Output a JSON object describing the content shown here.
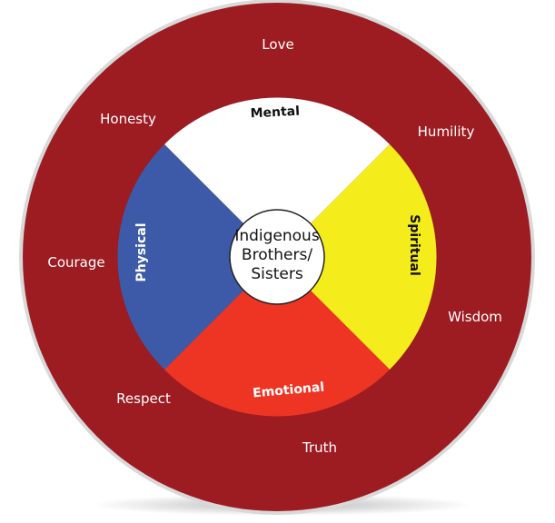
{
  "colors": {
    "outer_ring": "#9c1c22",
    "outer_ring_edge": "#d9d9d9",
    "mental": "#ffffff",
    "spiritual": "#f5ec1c",
    "emotional": "#ee3524",
    "physical": "#3c5aa8",
    "center": "#ffffff",
    "value_text": "#ffffff"
  },
  "values": {
    "love": "Love",
    "humility": "Humility",
    "wisdom": "Wisdom",
    "truth": "Truth",
    "respect": "Respect",
    "courage": "Courage",
    "honesty": "Honesty"
  },
  "quadrants": {
    "mental": "Mental",
    "spiritual": "Spiritual",
    "emotional": "Emotional",
    "physical": "Physical"
  },
  "center": {
    "line1": "Indigenous",
    "line2": "Brothers/",
    "line3": "Sisters"
  }
}
